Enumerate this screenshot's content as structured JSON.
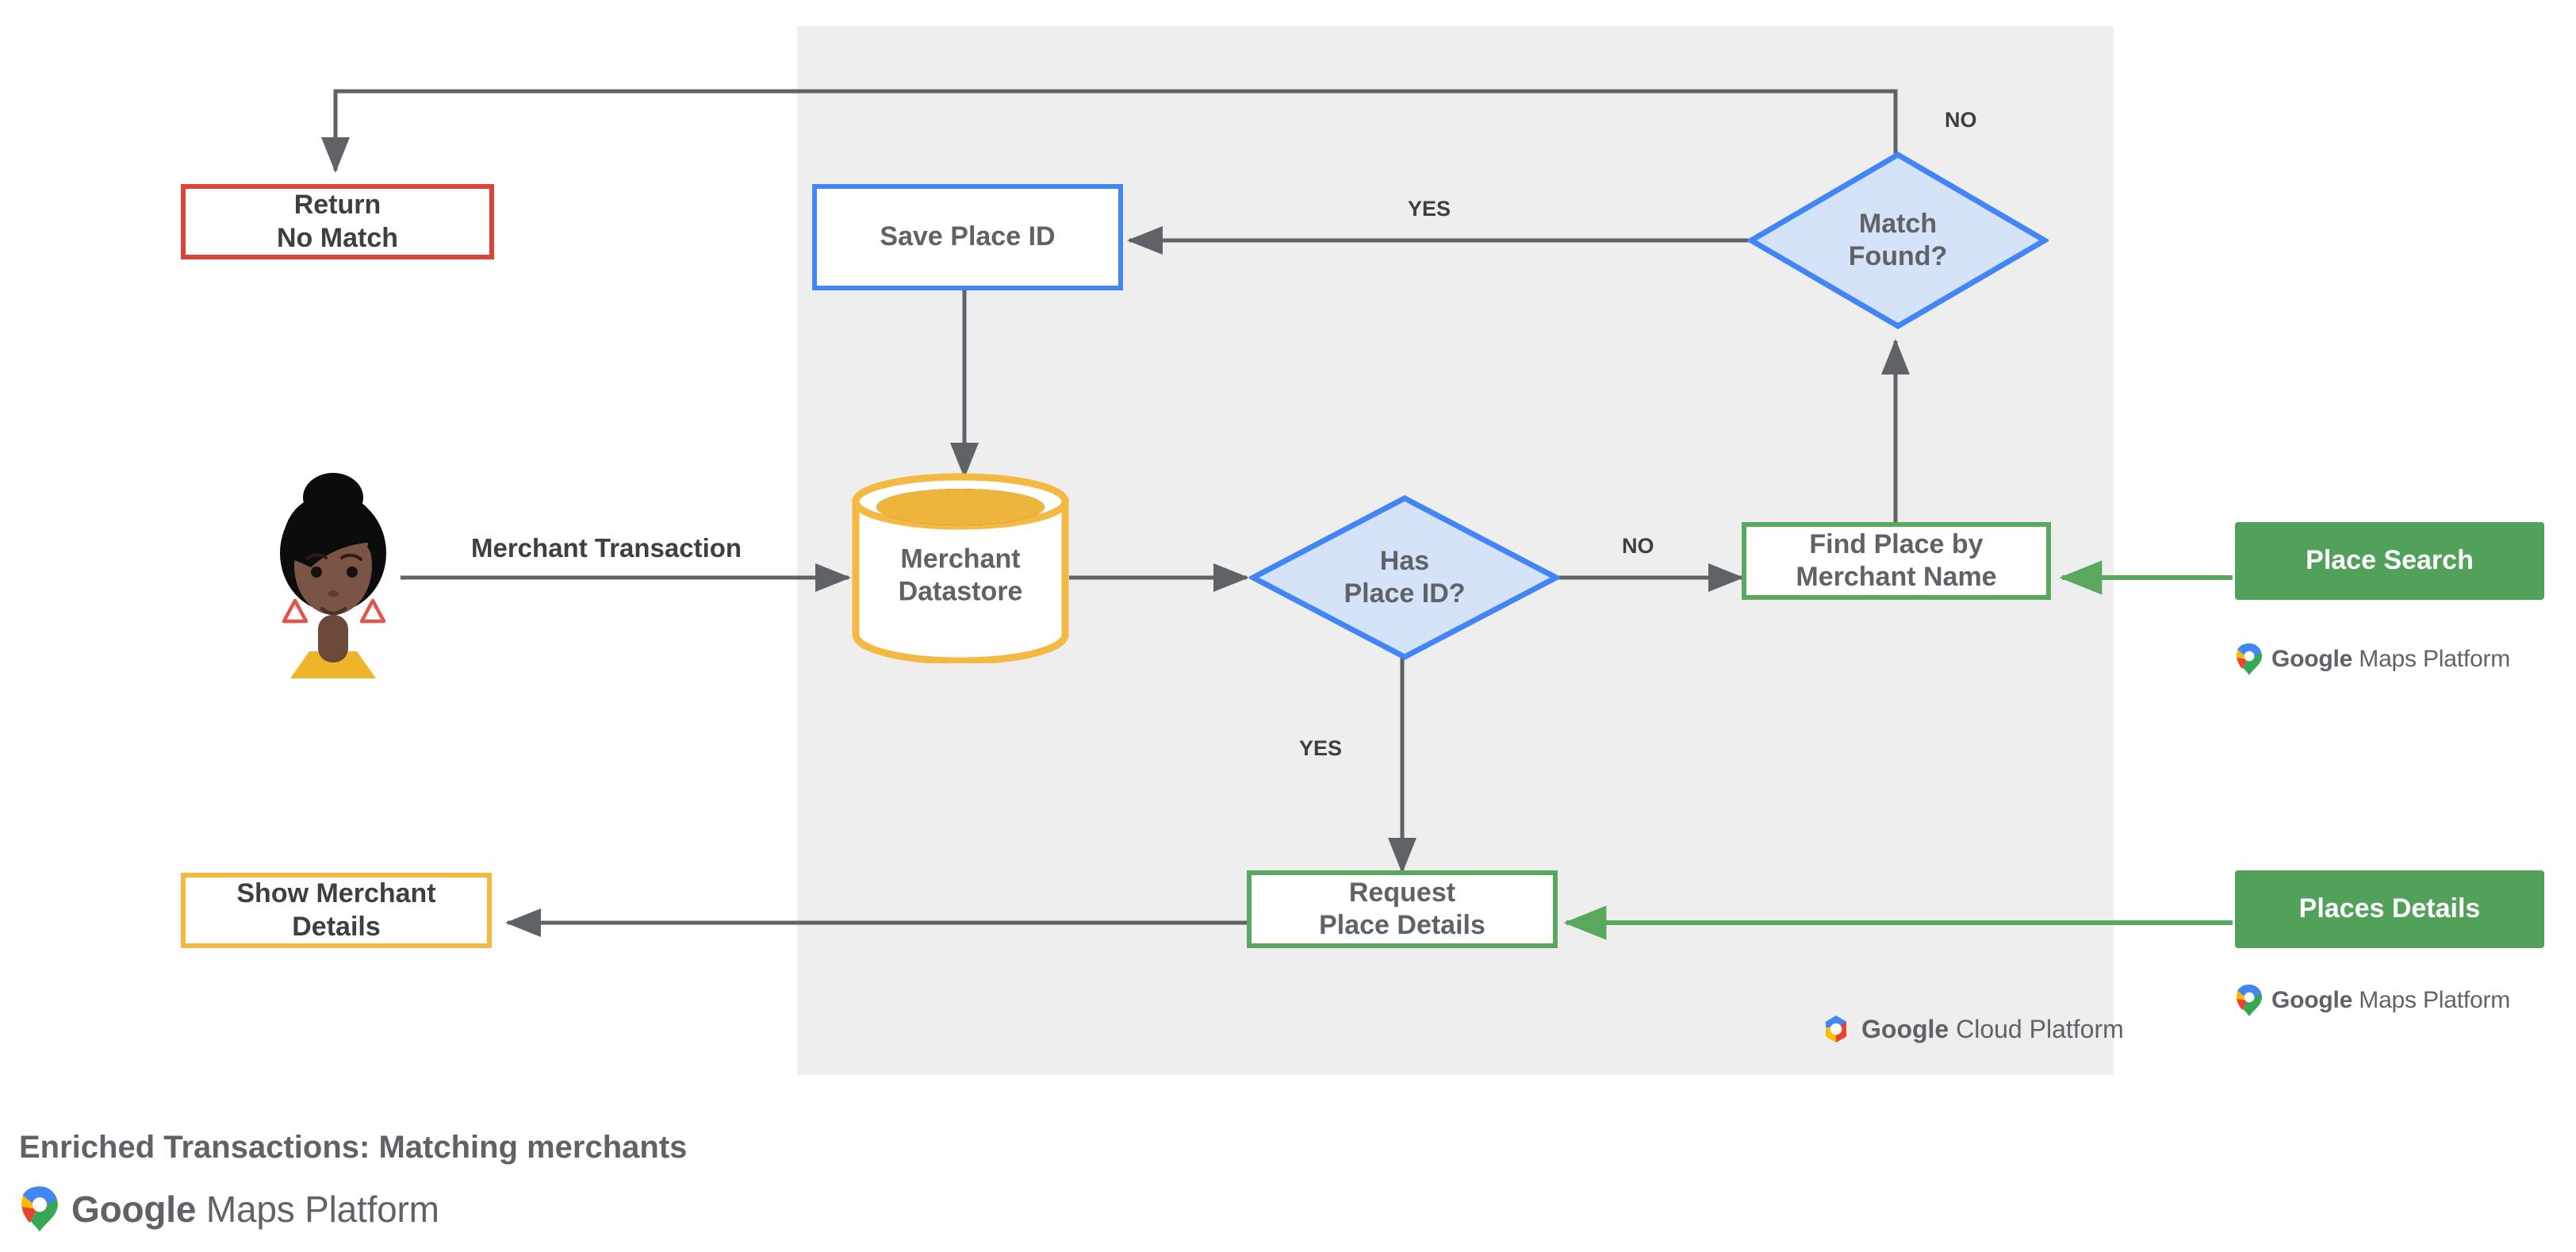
{
  "caption": {
    "title": "Enriched Transactions: Matching merchants",
    "brand_bold": "Google",
    "brand_light": "Maps Platform"
  },
  "panel": {
    "name": "google-cloud-platform-region",
    "badge_bold": "Google",
    "badge_light": "Cloud Platform"
  },
  "nodes": {
    "return_no_match": {
      "label": "Return\nNo Match",
      "color": "#db4437"
    },
    "save_place_id": {
      "label": "Save Place ID",
      "color": "#4285f4"
    },
    "match_found": {
      "label": "Match\nFound?",
      "color": "#4285f4",
      "fill": "#d5e3f8"
    },
    "merchant_datastore": {
      "label": "Merchant\nDatastore",
      "color": "#f4b942"
    },
    "has_place_id": {
      "label": "Has\nPlace ID?",
      "color": "#4285f4",
      "fill": "#d5e3f8"
    },
    "find_place_by_merchant_name": {
      "label": "Find Place by\nMerchant Name",
      "color": "#5aa75e"
    },
    "request_place_details": {
      "label": "Request\nPlace Details",
      "color": "#5aa75e"
    },
    "show_merchant_details": {
      "label": "Show Merchant\nDetails",
      "color": "#f4b942"
    },
    "place_search": {
      "label": "Place Search",
      "color": "#52a15a"
    },
    "places_details": {
      "label": "Places Details",
      "color": "#52a15a"
    }
  },
  "edge_labels": {
    "merchant_transaction": "Merchant Transaction",
    "match_found_no": "NO",
    "match_found_yes": "YES",
    "has_place_id_no": "NO",
    "has_place_id_yes": "YES"
  },
  "logos": {
    "maps_bold": "Google",
    "maps_light": "Maps Platform"
  },
  "colors": {
    "panel_bg": "#eeeeee",
    "edge": "#5f6368",
    "green_edge": "#5aa75e",
    "red": "#db4437",
    "blue": "#4285f4",
    "yellow": "#f4b942",
    "green": "#52a15a",
    "text": "#5f6368"
  }
}
